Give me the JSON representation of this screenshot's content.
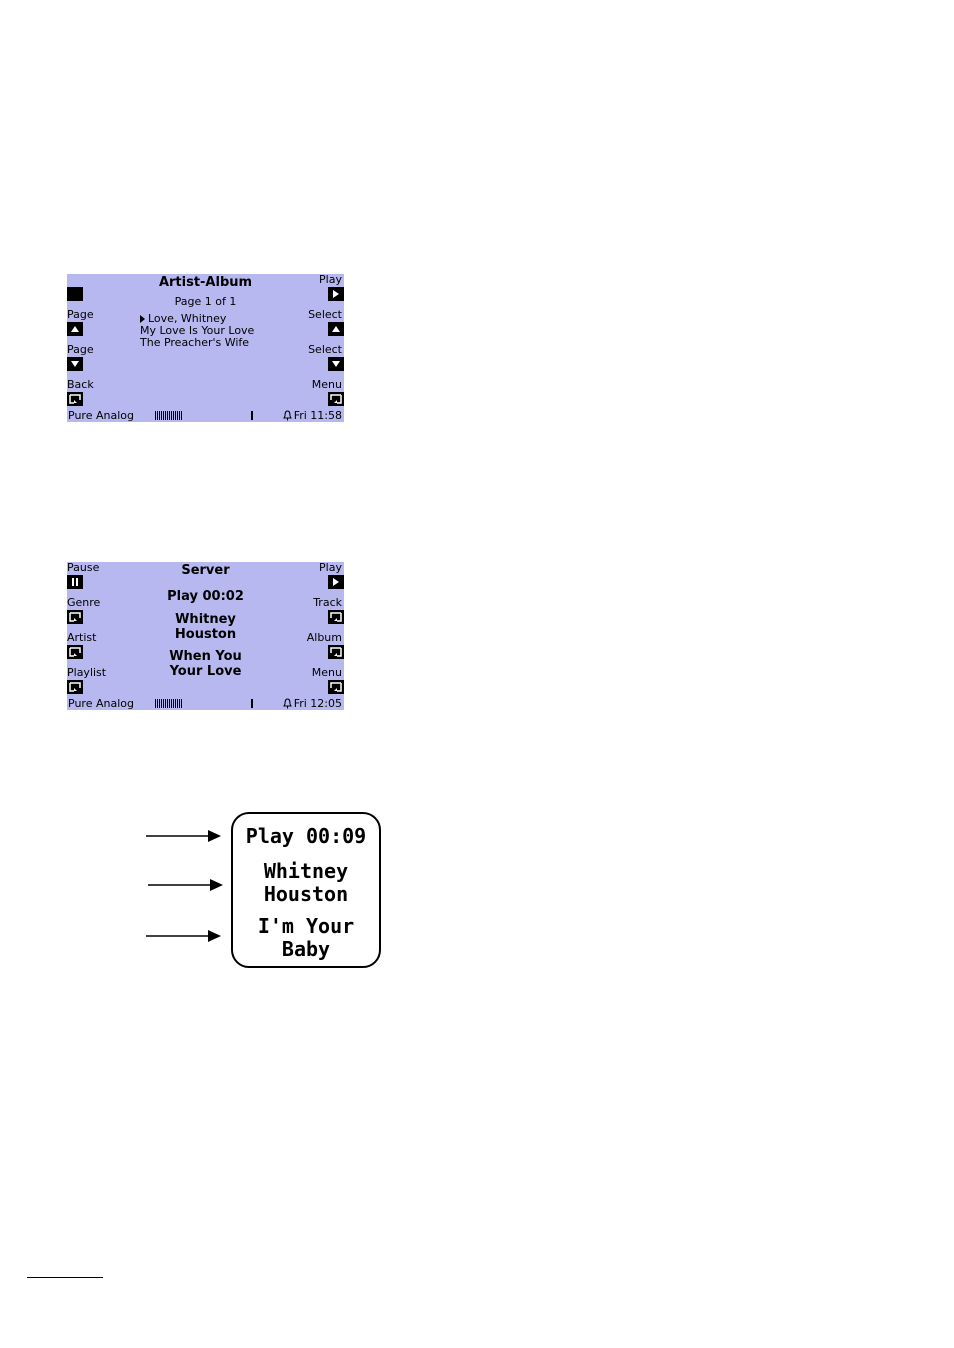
{
  "screen1": {
    "title": "Artist-Album",
    "subtitle": "Page 1 of 1",
    "list": [
      "Love, Whitney",
      "My Love Is Your Love",
      "The Preacher's Wife"
    ],
    "left_labels": [
      "",
      "Page",
      "Page",
      "Back"
    ],
    "right_labels": [
      "Play",
      "Select",
      "Select",
      "Menu"
    ],
    "status_left": "Pure Analog",
    "status_right": "Fri 11:58"
  },
  "screen2": {
    "title": "Server",
    "time": "Play 00:02",
    "artist_line1": "Whitney",
    "artist_line2": "Houston",
    "track_line1": "When You",
    "track_line2": "Your Love",
    "left_labels": [
      "Pause",
      "Genre",
      "Artist",
      "Playlist"
    ],
    "right_labels": [
      "Play",
      "Track",
      "Album",
      "Menu"
    ],
    "status_left": "Pure Analog",
    "status_right": "Fri 12:05"
  },
  "zoom": {
    "time": "Play 00:09",
    "artist_line1": "Whitney",
    "artist_line2": "Houston",
    "track_line1": "I'm Your",
    "track_line2": "Baby"
  },
  "icons": {
    "stop": "stop-icon",
    "play": "play-icon",
    "pause": "pause-icon",
    "up": "arrow-up-icon",
    "down": "arrow-down-icon",
    "back": "back-icon",
    "menu": "menu-icon",
    "bell": "alarm-bell-icon"
  },
  "colors": {
    "lcd_background": "#b8b8f0",
    "text": "#000000",
    "page_background": "#ffffff"
  }
}
